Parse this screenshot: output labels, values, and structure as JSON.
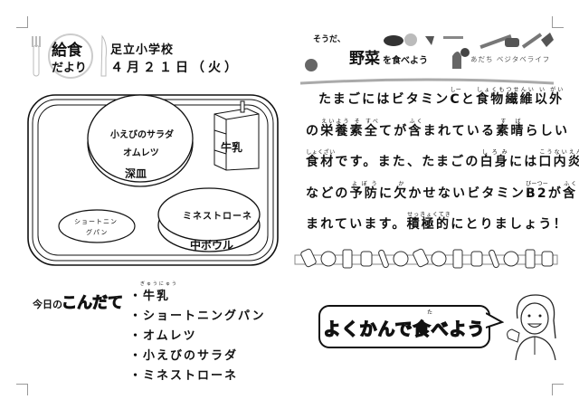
{
  "header": {
    "logo_line1": "給食",
    "logo_line2": "だより",
    "school": "足立小学校",
    "date": "４月２１日（火）"
  },
  "tray": {
    "deep_plate_items": [
      "小えびのサラダ",
      "オムレツ"
    ],
    "deep_plate_label": "深皿",
    "milk_label": "牛乳",
    "bowl_item": "ミネストローネ",
    "bowl_label": "中ボウル",
    "bread_line1": "ショートニン",
    "bread_line2": "グパン"
  },
  "menu": {
    "heading_prefix": "今日の",
    "heading_main": "こんだて",
    "first_item_ruby": "ぎゅうにゅう",
    "items": [
      "・牛乳",
      "・ショートニングパン",
      "・オムレツ",
      "・小えびのサラダ",
      "・ミネストローネ"
    ]
  },
  "banner": {
    "prefix": "そうだ、",
    "title": "野菜",
    "suffix": "を食べよう",
    "sub": "あだち ベジタベライフ"
  },
  "article": {
    "lines": [
      [
        {
          "t": "たまごにはビタミン"
        },
        {
          "t": "C",
          "r": "しー"
        },
        {
          "t": "と"
        },
        {
          "t": "食物繊維",
          "r": "しょくもつせんい"
        },
        {
          "t": "以",
          "r": "い"
        },
        {
          "t": "外",
          "r": "がい"
        }
      ],
      [
        {
          "t": "の"
        },
        {
          "t": "栄養",
          "r": "えいよう"
        },
        {
          "t": "素",
          "r": "そ"
        },
        {
          "t": "全",
          "r": "すべ"
        },
        {
          "t": "てが"
        },
        {
          "t": "含",
          "r": "ふく"
        },
        {
          "t": "まれている"
        },
        {
          "t": "素晴",
          "r": "すば"
        },
        {
          "t": "らしい"
        }
      ],
      [
        {
          "t": "食材",
          "r": "しょくざい"
        },
        {
          "t": "です。また、たまごの"
        },
        {
          "t": "白身",
          "r": "しろみ"
        },
        {
          "t": "には"
        },
        {
          "t": "口内炎",
          "r": "こうないえん"
        }
      ],
      [
        {
          "t": "などの"
        },
        {
          "t": "予防",
          "r": "よぼう"
        },
        {
          "t": "に"
        },
        {
          "t": "欠",
          "r": "か"
        },
        {
          "t": "かせないビタミン"
        },
        {
          "t": "B2",
          "r": "びーつー"
        },
        {
          "t": "が"
        },
        {
          "t": "含",
          "r": "ふく"
        }
      ],
      [
        {
          "t": "まれています。"
        },
        {
          "t": "積極的",
          "r": "せっきょくてき"
        },
        {
          "t": "にとりましょう！"
        }
      ]
    ]
  },
  "bubble": {
    "text": "よくかんで食べよう",
    "ruby": "た"
  }
}
